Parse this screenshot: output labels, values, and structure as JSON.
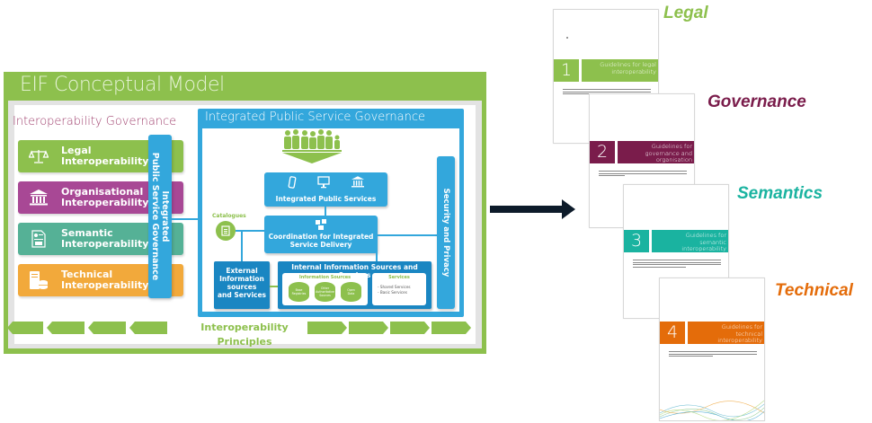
{
  "model": {
    "title": "EIF Conceptual Model",
    "interop_governance_title": "Interoperability Governance",
    "layers": [
      {
        "label_line1": "Legal",
        "label_line2": "Interoperability",
        "icon": "scales-icon",
        "color": "#8dc04d"
      },
      {
        "label_line1": "Organisational",
        "label_line2": "Interoperability",
        "icon": "institution-icon",
        "color": "#a84895"
      },
      {
        "label_line1": "Semantic",
        "label_line2": "Interoperability",
        "icon": "document-chart-icon",
        "color": "#55b196"
      },
      {
        "label_line1": "Technical",
        "label_line2": "Interoperability",
        "icon": "server-database-icon",
        "color": "#f2a93b"
      }
    ],
    "ipsg_bar": {
      "line1": "Integrated",
      "line2": "Public Service Governance"
    },
    "ipsg_box_title": "Integrated Public Service Governance",
    "integrated_public_services": "Integrated Public Services",
    "coordination": {
      "line1": "Coordination for Integrated",
      "line2": "Service Delivery"
    },
    "catalogues": "Catalogues",
    "external": {
      "line1": "External",
      "line2": "Information",
      "line3": "sources",
      "line4": "and Services"
    },
    "internal_title": "Internal Information Sources and Services",
    "information_sources": {
      "title": "Information Sources",
      "items": [
        {
          "line1": "Base",
          "line2": "Registries"
        },
        {
          "line1": "Other",
          "line2": "Authoritative",
          "line3": "Sources"
        },
        {
          "line1": "Open",
          "line2": "Data"
        }
      ]
    },
    "services": {
      "title": "Services",
      "items": [
        "- Shared Services",
        "- Basic Services"
      ]
    },
    "security": "Security and Privacy",
    "principles": "Interoperability Principles",
    "colors": {
      "green": "#8dc04d",
      "blue": "#33a7dc",
      "dark_blue": "#1a86c2",
      "purple": "#a84895",
      "teal": "#55b196",
      "orange": "#f2a93b"
    }
  },
  "documents": [
    {
      "number": "1",
      "title_line1": "Guidelines for legal",
      "title_line2": "interoperability",
      "title_line3": "",
      "category": "Legal",
      "color": "#8dc04d"
    },
    {
      "number": "2",
      "title_line1": "Guidelines for",
      "title_line2": "governance and",
      "title_line3": "organisation",
      "category": "Governance",
      "color": "#7a1c4b"
    },
    {
      "number": "3",
      "title_line1": "Guidelines for",
      "title_line2": "semantic",
      "title_line3": "interoperability",
      "category": "Semantics",
      "color": "#1ab3a0"
    },
    {
      "number": "4",
      "title_line1": "Guidelines for",
      "title_line2": "technical",
      "title_line3": "interoperability",
      "category": "Technical",
      "color": "#e46c0a"
    }
  ],
  "arrow": {
    "icon": "right-arrow-icon",
    "color": "#0d1b2a"
  }
}
